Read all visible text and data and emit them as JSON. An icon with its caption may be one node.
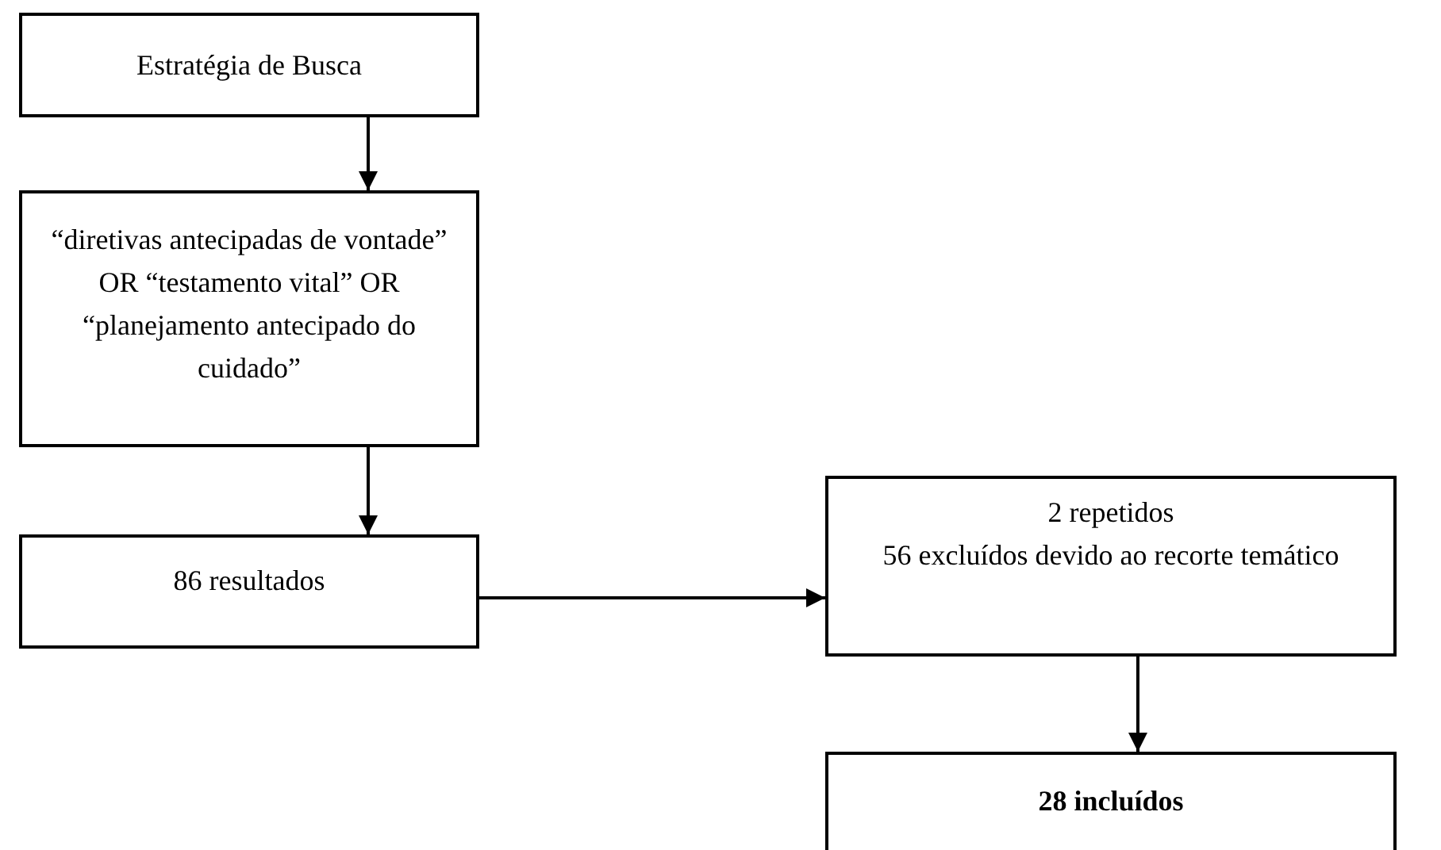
{
  "diagram": {
    "nodes": [
      {
        "text": [
          "Estratégia de Busca"
        ]
      },
      {
        "text": [
          "“diretivas antecipadas de vontade” OR “testamento vital” OR “planejamento antecipado do cuidado”"
        ]
      },
      {
        "text": [
          "86 resultados"
        ]
      },
      {
        "text": [
          "2 repetidos",
          "56 excluídos devido ao recorte temático"
        ]
      },
      {
        "text": [
          "28 incluídos"
        ]
      }
    ],
    "edges": [
      {
        "from": 0,
        "to": 1,
        "arrow": "to"
      },
      {
        "from": 1,
        "to": 2,
        "arrow": "to"
      },
      {
        "from": 2,
        "to": 3,
        "arrow": "to"
      },
      {
        "from": 3,
        "to": 4,
        "arrow": "to"
      }
    ]
  }
}
